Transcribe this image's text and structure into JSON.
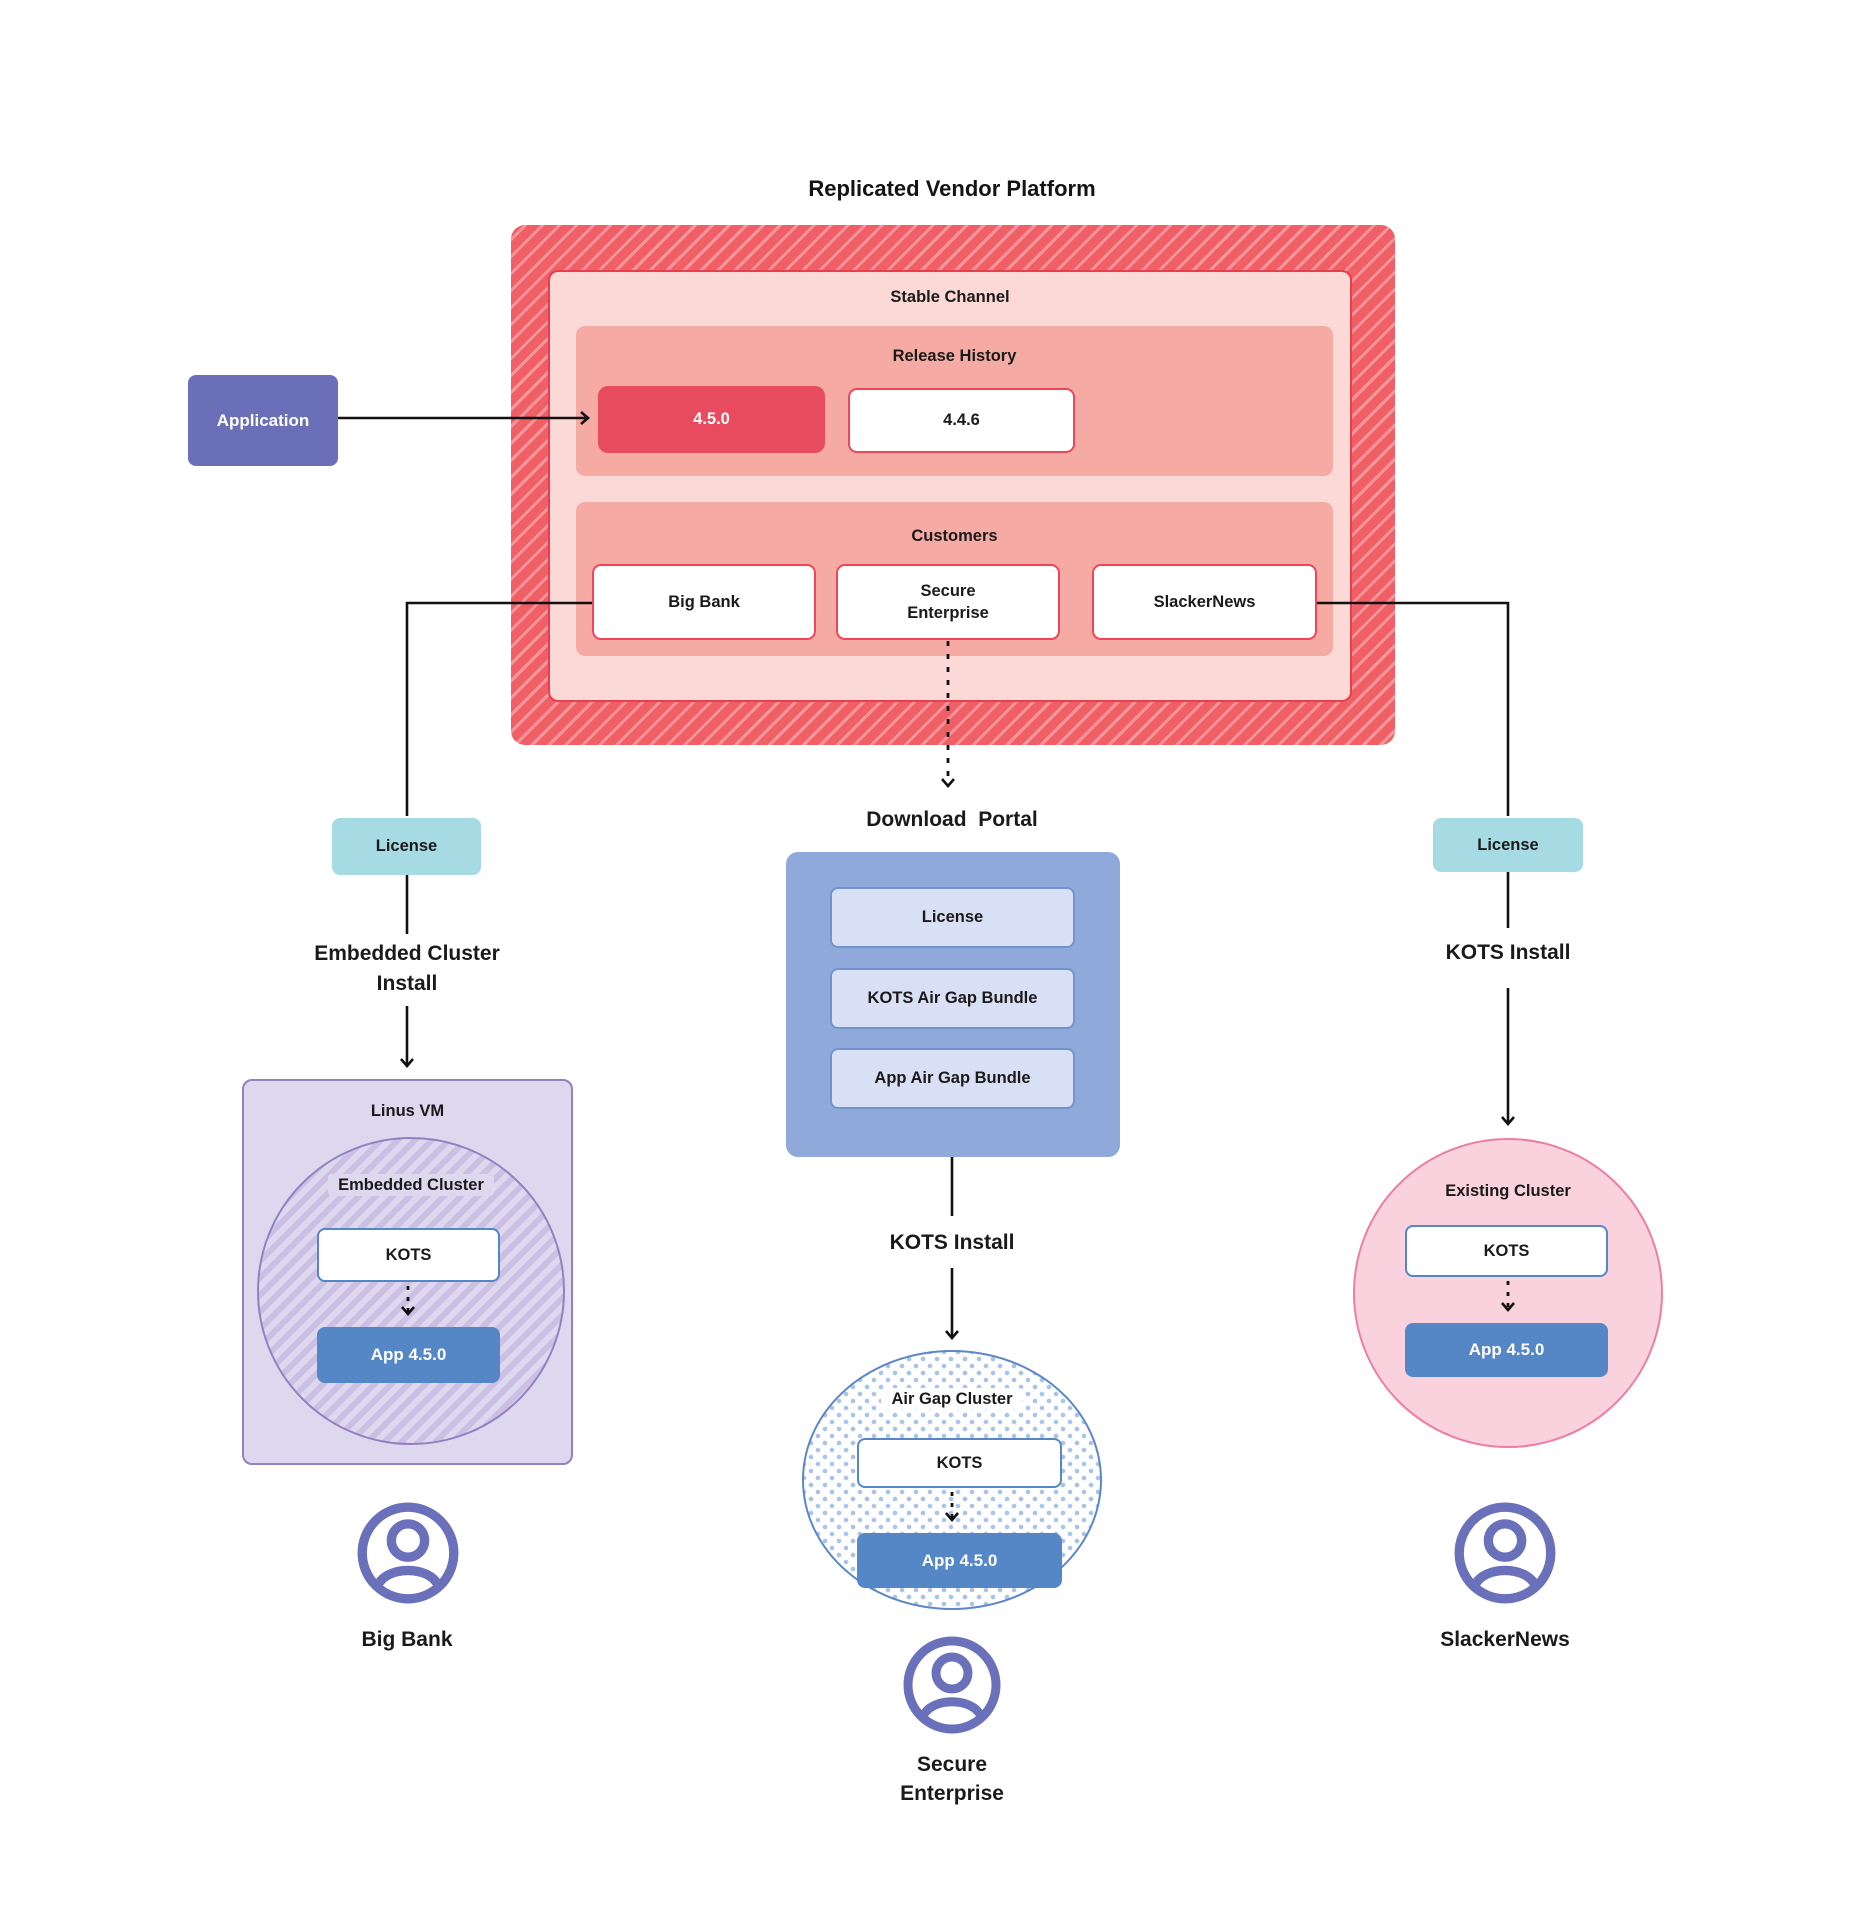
{
  "diagram_title": "Replicated Vendor Platform",
  "platform": {
    "stable_channel_label": "Stable Channel",
    "release_history": {
      "label": "Release History",
      "releases": {
        "current": "4.5.0",
        "previous": "4.4.6"
      }
    },
    "customers": {
      "label": "Customers",
      "big_bank": "Big Bank",
      "secure_enterprise": "Secure Enterprise",
      "slackernews": "SlackerNews"
    }
  },
  "application_label": "Application",
  "left_flow": {
    "license_label": "License",
    "install_label": "Embedded Cluster Install",
    "vm_label": "Linus VM",
    "cluster_label": "Embedded Cluster",
    "kots_label": "KOTS",
    "app_label": "App 4.5.0",
    "user_label": "Big Bank"
  },
  "middle_flow": {
    "portal_label": "Download  Portal",
    "portal_items": {
      "license": "License",
      "kots_bundle": "KOTS Air Gap Bundle",
      "app_bundle": "App Air Gap Bundle"
    },
    "install_label": "KOTS Install",
    "cluster_label": "Air Gap Cluster",
    "kots_label": "KOTS",
    "app_label": "App 4.5.0",
    "user_label": "Secure Enterprise"
  },
  "right_flow": {
    "license_label": "License",
    "install_label": "KOTS Install",
    "cluster_label": "Existing Cluster",
    "kots_label": "KOTS",
    "app_label": "App 4.5.0",
    "user_label": "SlackerNews"
  },
  "colors": {
    "red_hatch_base": "#f15f66",
    "red_hatch_stripe": "#f6969b",
    "pink_light": "#fbd9d7",
    "salmon": "#f5aaa4",
    "red_border": "#e83e50",
    "crimson_release": "#e84a5e",
    "purple_app": "#6b6fb7",
    "teal_license": "#a6dbe3",
    "portal_blue": "#8fa9da",
    "portal_item_bg": "#d9e0f5",
    "portal_item_border": "#6f95cf",
    "vm_purple_bg": "#ded8ee",
    "vm_purple_border": "#9181c1",
    "purple_hatch_stripe": "#cbc0e3",
    "kots_blue": "#5586c5",
    "dot_blue": "#a9c4e9",
    "pink_circle_bg": "#f9d2de",
    "pink_circle_border": "#ec7ea3",
    "user_icon": "#6a71ba",
    "connector": "#111111",
    "text_dark": "#1a1a1a"
  }
}
